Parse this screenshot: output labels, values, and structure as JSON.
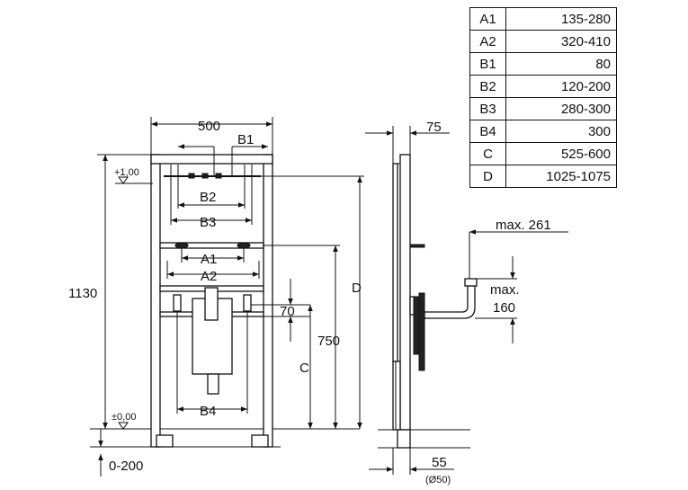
{
  "table": {
    "rows": [
      {
        "key": "A1",
        "value": "135-280"
      },
      {
        "key": "A2",
        "value": "320-410"
      },
      {
        "key": "B1",
        "value": "80"
      },
      {
        "key": "B2",
        "value": "120-200"
      },
      {
        "key": "B3",
        "value": "280-300"
      },
      {
        "key": "B4",
        "value": "300"
      },
      {
        "key": "C",
        "value": "525-600"
      },
      {
        "key": "D",
        "value": "1025-1075"
      }
    ]
  },
  "front_view": {
    "width": "500",
    "b1": "B1",
    "b2": "B2",
    "b3": "B3",
    "a1": "A1",
    "a2": "A2",
    "b4": "B4",
    "height": "1130",
    "level_top": "+1,00",
    "level_bottom": "±0,00",
    "adjust": "0-200",
    "seventy": "70"
  },
  "side_view": {
    "d": "D",
    "c": "C",
    "h750": "750",
    "depth_top": "75",
    "depth_bottom": "55",
    "pipe_diameter": "(Ø50)",
    "max_261": "max. 261",
    "max_label": "max.",
    "max_160": "160"
  }
}
